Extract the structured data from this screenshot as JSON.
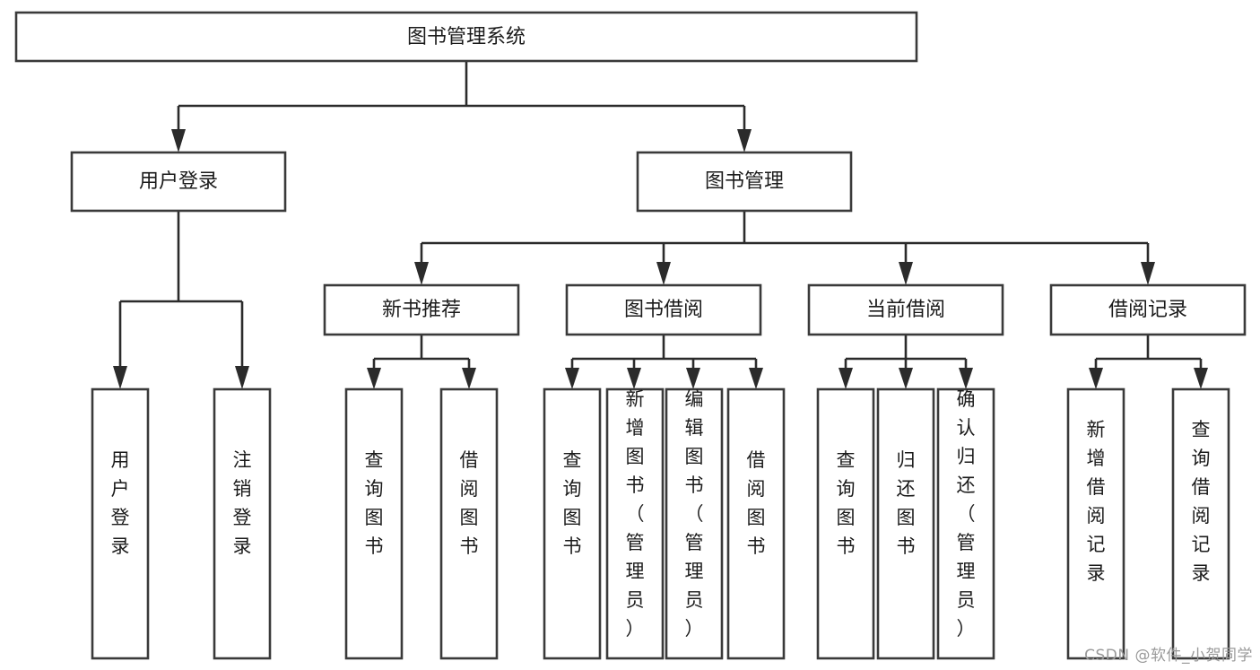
{
  "diagram": {
    "title": "图书管理系统",
    "watermark": "CSDN @软件_小贺同学",
    "colors": {
      "box_stroke": "#3a3a3a",
      "connector": "#2b2b2b",
      "background": "#ffffff",
      "text": "#1b1b1b",
      "watermark": "#9a9a9a"
    },
    "root": {
      "label": "图书管理系统"
    },
    "level2": [
      {
        "label": "用户登录"
      },
      {
        "label": "图书管理"
      }
    ],
    "level3": [
      {
        "label": "新书推荐"
      },
      {
        "label": "图书借阅"
      },
      {
        "label": "当前借阅"
      },
      {
        "label": "借阅记录"
      }
    ],
    "leaves": {
      "user_login": [
        {
          "label": "用户登录"
        },
        {
          "label": "注销登录"
        }
      ],
      "new_book_recommend": [
        {
          "label": "查询图书"
        },
        {
          "label": "借阅图书"
        }
      ],
      "book_borrow": [
        {
          "label": "查询图书"
        },
        {
          "label": "新增图书（管理员）"
        },
        {
          "label": "编辑图书（管理员）"
        },
        {
          "label": "借阅图书"
        }
      ],
      "current_borrow": [
        {
          "label": "查询图书"
        },
        {
          "label": "归还图书"
        },
        {
          "label": "确认归还（管理员）"
        }
      ],
      "borrow_record": [
        {
          "label": "新增借阅记录"
        },
        {
          "label": "查询借阅记录"
        }
      ]
    }
  }
}
